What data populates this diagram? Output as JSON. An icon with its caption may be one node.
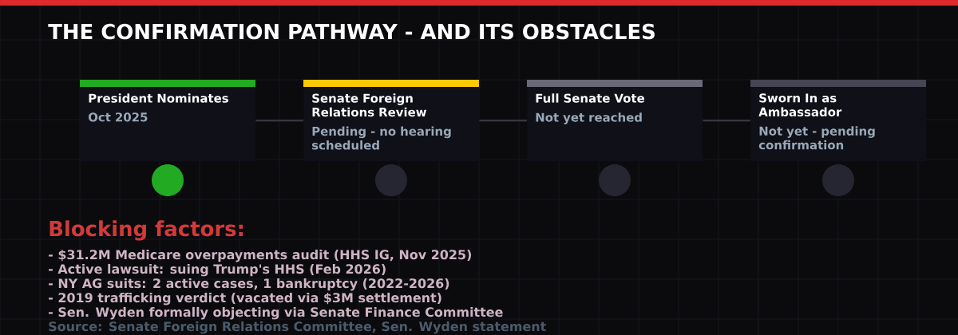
{
  "diagram": {
    "title": "THE CONFIRMATION PATHWAY - AND ITS OBSTACLES",
    "nodes": [
      {
        "text": [
          "President Nominates",
          "Oct 2025"
        ]
      },
      {
        "text": [
          "Senate Foreign Relations Review",
          "Pending - no hearing scheduled"
        ]
      },
      {
        "text": [
          "Full Senate Vote",
          "Not yet reached"
        ]
      },
      {
        "text": [
          "Sworn In as Ambassador",
          "Not yet - pending confirmation"
        ]
      }
    ],
    "edges": [
      {
        "from": 0,
        "to": 1,
        "arrow": "none"
      },
      {
        "from": 1,
        "to": 2,
        "arrow": "none"
      },
      {
        "from": 2,
        "to": 3,
        "arrow": "none"
      }
    ],
    "labels": [
      "Blocking factors:",
      "- $31.2M Medicare overpayments audit (HHS IG, Nov 2025)",
      "- Active lawsuit: suing Trump's HHS (Feb 2026)",
      "- NY AG suits: 2 active cases, 1 bankruptcy (2022-2026)",
      "- 2019 trafficking verdict (vacated via $3M settlement)",
      "- Sen. Wyden formally objecting via Senate Finance Committee",
      "Source: Senate Foreign Relations Committee, Sen. Wyden statement"
    ]
  }
}
